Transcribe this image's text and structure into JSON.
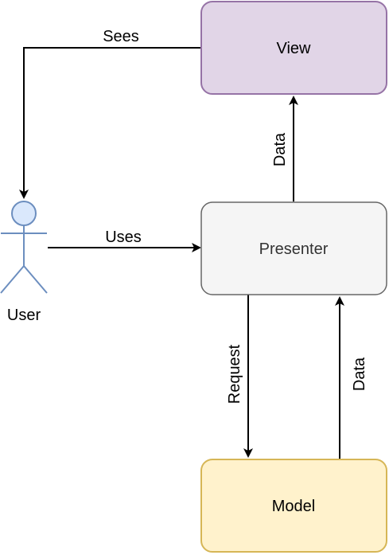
{
  "nodes": {
    "view": {
      "label": "View",
      "fill": "#e1d5e7",
      "stroke": "#9673a6"
    },
    "presenter": {
      "label": "Presenter",
      "fill": "#f5f5f5",
      "stroke": "#666666",
      "text_color": "#333333"
    },
    "model": {
      "label": "Model",
      "fill": "#fff2cc",
      "stroke": "#d6b656"
    }
  },
  "actor": {
    "label": "User",
    "fill": "#dae8fc",
    "stroke": "#6c8ebf"
  },
  "edges": {
    "sees": "Sees",
    "uses": "Uses",
    "request": "Request",
    "data_presenter_view": "Data",
    "data_model_presenter": "Data"
  },
  "colors": {
    "edge": "#000000"
  }
}
